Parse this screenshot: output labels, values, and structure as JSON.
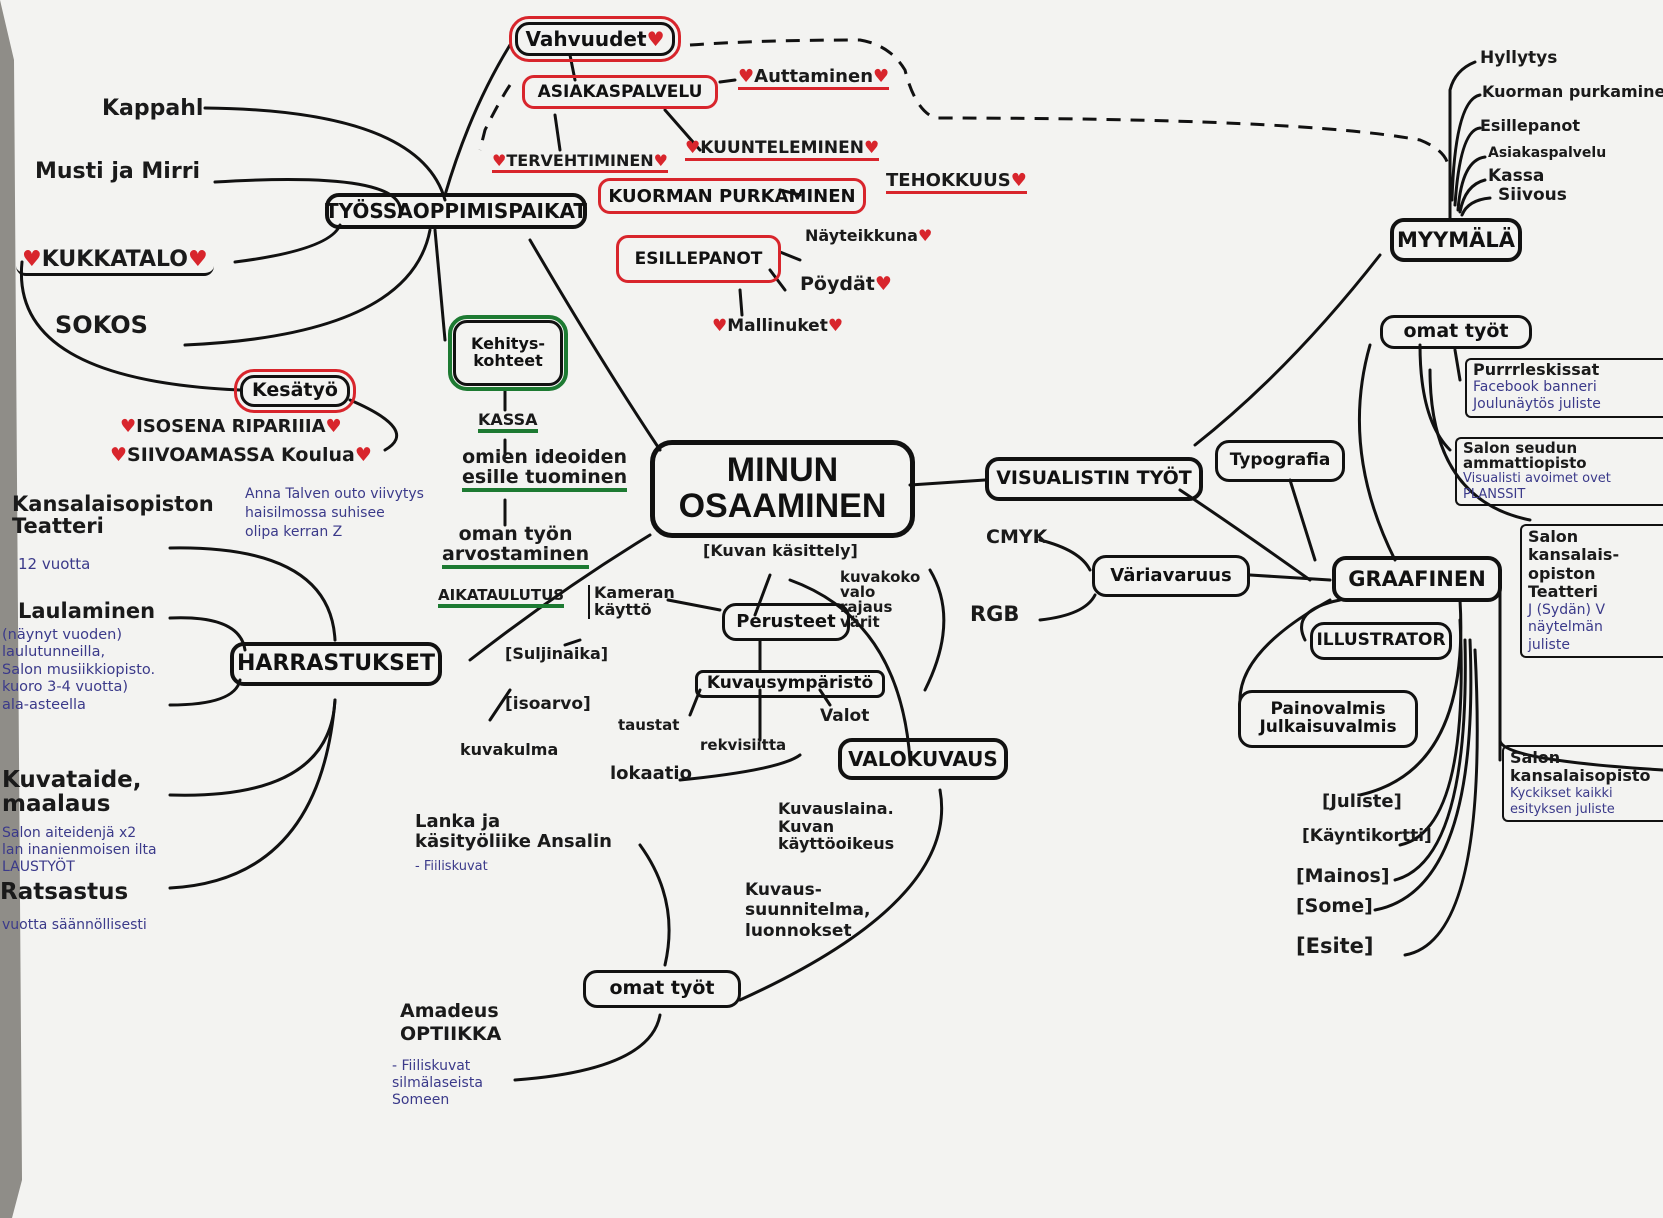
{
  "colors": {
    "paper": "#f3f3f1",
    "ink": "#111111",
    "red": "#d8252c",
    "green": "#1d7a32",
    "blue_ink": "#3b3a8a"
  },
  "center": "MINUN\nOSAAMINEN",
  "tyossaoppimispaikat": {
    "title": "TYÖSSAOPPIMISPAIKAT",
    "places": [
      "Kappahl",
      "Musti ja Mirri",
      "KUKKATALO",
      "SOKOS"
    ],
    "kesatyo": "Kesätyö",
    "kesatyo_items": [
      "ISOSENA RIPARIIIA",
      "SIIVOAMASSA Koulua"
    ],
    "vahvuudet": "Vahvuudet",
    "asiakaspalvelu": "ASIAKASPALVELU",
    "auttaminen": "Auttaminen",
    "tervehtiminen": "TERVEHTIMINEN",
    "kuunteleminen": "KUUNTELEMINEN",
    "kuorman_purkaminen": "KUORMAN PURKAMINEN",
    "tehokkuus": "TEHOKKUUS",
    "esillepanot": "ESILLEPANOT",
    "nayteikkuna": "Näyteikkuna",
    "poydat": "Pöydät",
    "mallinuket": "Mallinuket",
    "kehityskohteet": "Kehitys-\nkohteet",
    "kehitys_items": [
      "KASSA",
      "omien ideoiden\nesille tuominen",
      "oman työn\narvostaminen",
      "AIKATAULUTUS"
    ]
  },
  "harrastukset": {
    "title": "HARRASTUKSET",
    "kansalaisopisto": "Kansalaisopiston\nTeatteri",
    "kansalaisopisto_sub": "12 vuotta",
    "kansalaisopisto_notes": [
      "Anna Talven outo viivytys",
      "haisilmossa suhisee",
      "olipa kerran Z"
    ],
    "laulaminen": "Laulaminen",
    "laulaminen_notes": "(näynyt vuoden)\nlaulutunneilla,\nSalon musiikkiopisto.\nkuoro 3-4 vuotta)\nala-asteella",
    "kuvataide": "Kuvataide,\nmaalaus",
    "kuvataide_notes": "Salon aiteidenjä x2\nlan inanienmoisen ilta\nLAUSTYÖT",
    "ratsastus": "Ratsastus",
    "ratsastus_notes": "vuotta säännöllisesti"
  },
  "kuvan_kasittely": {
    "title": "[Kuvan käsittely]",
    "notes": "kuvakoko\nvalo\nrajaus\nvärit",
    "perusteet": "Perusteet",
    "kameran_kaytto": "Kameran\nkäyttö",
    "suljinaika": "[Suljinaika]",
    "isoarvo": "[isoarvo]",
    "kuvakulma": "kuvakulma",
    "kuvausymparisto": "Kuvausympäristö",
    "taustat": "taustat",
    "valot": "Valot",
    "rekvisiitta": "rekvisiitta",
    "lokaatio": "lokaatio"
  },
  "valokuvaus": {
    "title": "VALOKUVAUS",
    "items": [
      "Kuvauslaina.\nKuvan\nkäyttöoikeus",
      "Kuvaus-\nsuunnitelma,\nluonnokset"
    ],
    "omat_tyot": "omat työt",
    "lanka": "Lanka ja\nkäsityöliike Ansalin",
    "lanka_note": "- Fiiliskuvat",
    "amadeus": "Amadeus\nOPTIIKKA",
    "amadeus_note": "- Fiiliskuvat\nsilmälaseista\nSomeen"
  },
  "visualistin_tyot": {
    "title": "VISUALISTIN TYÖT",
    "typografia": "Typografia",
    "variavaruus": "Väriavaruus",
    "cmyk": "CMYK",
    "rgb": "RGB",
    "graafinen": "GRAAFINEN",
    "illustrator": "ILLUSTRATOR",
    "painovalmis": "Painovalmis\nJulkaisuvalmis",
    "products": [
      "[Juliste]",
      "[Käyntikortti]",
      "[Mainos]",
      "[Some]",
      "[Esite]"
    ]
  },
  "myymala": {
    "title": "MYYMÄLÄ",
    "items": [
      "Hyllytys",
      "Kuorman purkaminen",
      "Esillepanot",
      "Asiakaspalvelu",
      "Kassa",
      "Siivous"
    ]
  },
  "omat_tyot_right": {
    "title": "omat työt",
    "entries": [
      {
        "head": "Purrrleskissat",
        "notes": "Facebook banneri\nJoulunäytös juliste"
      },
      {
        "head": "Salon seudun\nammattiopisto",
        "notes": "Visualisti avoimet ovet\nPLANSSIT"
      },
      {
        "head": "Salon\nkansalais-\nopiston\nTeatteri",
        "notes": "J (Sydän) V\nnäytelmän\njuliste"
      },
      {
        "head": "Salon\nkansalaisopisto",
        "notes": "Kyckikset kaikki\nesityksen juliste"
      }
    ]
  }
}
